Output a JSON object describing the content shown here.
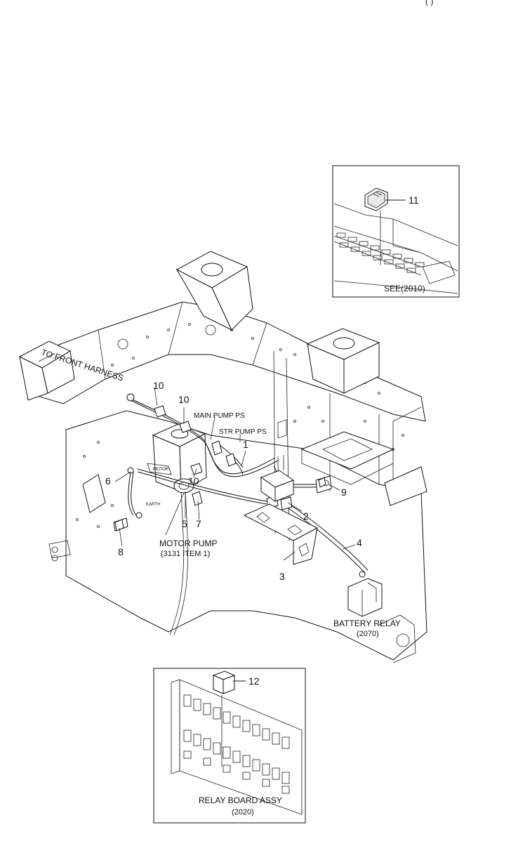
{
  "page": {
    "top_right_mark": "(          )"
  },
  "inset_switch": {
    "part_number": "11",
    "reference": "SEE(2010)"
  },
  "inset_relay": {
    "part_number": "12",
    "title": "RELAY BOARD ASSY",
    "reference": "(2020)"
  },
  "labels": {
    "front_harness": "TO:FRONT HARNESS",
    "main_pump_ps": "MAIN PUMP PS",
    "str_pump_ps": "STR PUMP PS",
    "motor_pump": "MOTOR PUMP",
    "motor_pump_ref": "(3131 ITEM 1)",
    "battery_relay": "BATTERY RELAY",
    "battery_relay_ref": "(2070)",
    "motor_tag": "MOTOR",
    "earth_tag": "EARTH"
  },
  "callouts": [
    "1",
    "2",
    "3",
    "4",
    "5",
    "6",
    "7",
    "8",
    "9",
    "10",
    "10",
    "10"
  ]
}
